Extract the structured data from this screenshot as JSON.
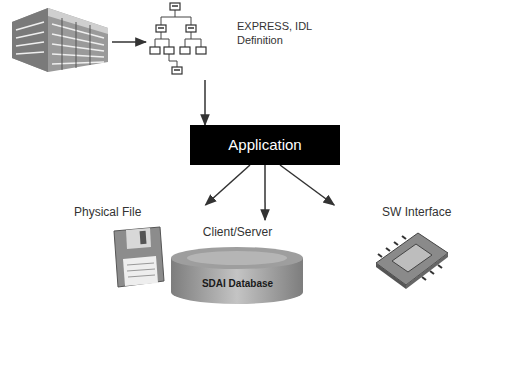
{
  "diagram": {
    "nodes": [
      {
        "text": [
          "EXPRESS, IDL Definition"
        ]
      },
      {
        "text": [
          "Application"
        ]
      },
      {
        "text": [
          "Physical File"
        ]
      },
      {
        "text": [
          "Client/Server",
          "SDAI Database"
        ]
      },
      {
        "text": [
          "SW Interface"
        ]
      }
    ],
    "edges": [
      {
        "from": 0,
        "to": 1,
        "arrow": "to"
      },
      {
        "from": 1,
        "to": 2,
        "arrow": "to"
      },
      {
        "from": 1,
        "to": 3,
        "arrow": "to"
      },
      {
        "from": 1,
        "to": 4,
        "arrow": "to"
      }
    ]
  }
}
